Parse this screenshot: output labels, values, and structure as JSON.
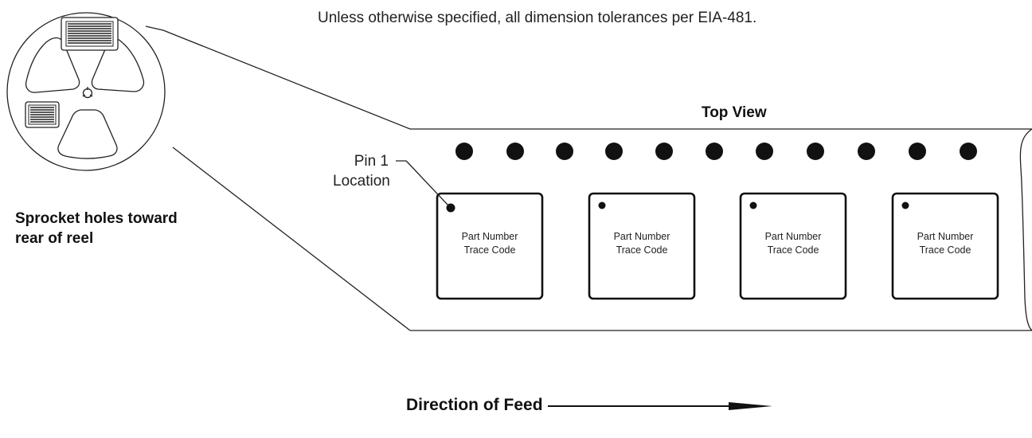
{
  "note": "Unless otherwise specified, all dimension tolerances per EIA-481.",
  "top_view_label": "Top View",
  "pin1_label_line1": "Pin 1",
  "pin1_label_line2": "Location",
  "sprocket_note_line1": "Sprocket holes toward",
  "sprocket_note_line2": "rear of reel",
  "feed_label": "Direction of Feed",
  "components": [
    {
      "line1": "Part Number",
      "line2": "Trace Code"
    },
    {
      "line1": "Part Number",
      "line2": "Trace Code"
    },
    {
      "line1": "Part Number",
      "line2": "Trace Code"
    },
    {
      "line1": "Part Number",
      "line2": "Trace Code"
    }
  ]
}
